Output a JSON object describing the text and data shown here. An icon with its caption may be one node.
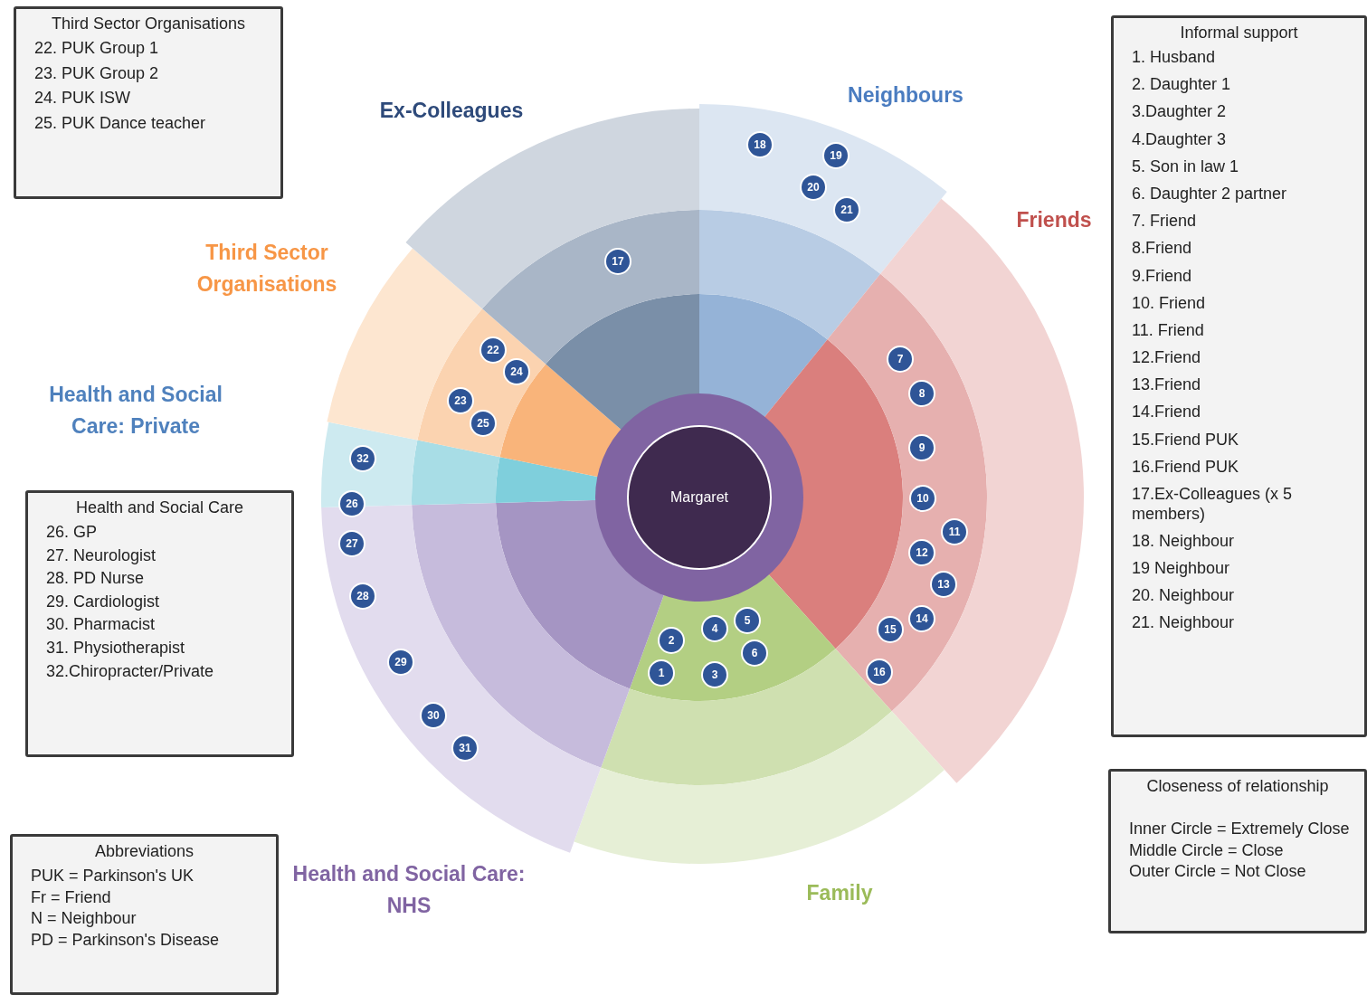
{
  "diagram": {
    "nodes": [
      {
        "text": [
          "Third Sector Organisations",
          "22. PUK Group 1",
          "23. PUK Group 2",
          "24. PUK ISW",
          "25. PUK Dance teacher"
        ]
      },
      {
        "text": [
          "Informal support",
          "1. Husband",
          "2. Daughter 1",
          "3.Daughter 2",
          "4.Daughter 3",
          "5. Son in law 1",
          "6. Daughter 2 partner",
          "7. Friend",
          "8.Friend",
          "9.Friend",
          "10. Friend",
          "11. Friend",
          "12.Friend",
          "13.Friend",
          "14.Friend",
          "15.Friend PUK",
          "16.Friend PUK",
          "17.Ex-Colleagues (x 5 members)",
          "18. Neighbour",
          "19 Neighbour",
          "20. Neighbour",
          "21. Neighbour"
        ]
      },
      {
        "text": [
          "Margaret"
        ]
      },
      {
        "text": [
          "Health and Social Care",
          "26. GP",
          "27. Neurologist",
          "28. PD Nurse",
          "29. Cardiologist",
          "30. Pharmacist",
          "31. Physiotherapist",
          "32.Chiropracter/Private"
        ]
      },
      {
        "text": [
          "Closeness of relationship",
          "Inner Circle = Extremely Close",
          "Middle Circle = Close",
          "Outer Circle = Not  Close"
        ]
      },
      {
        "text": [
          "Abbreviations",
          "PUK = Parkinson's UK",
          "Fr = Friend",
          "N = Neighbour",
          "PD = Parkinson's Disease"
        ]
      },
      {
        "text": [
          "1"
        ]
      },
      {
        "text": [
          "2"
        ]
      },
      {
        "text": [
          "3"
        ]
      },
      {
        "text": [
          "4"
        ]
      },
      {
        "text": [
          "5"
        ]
      },
      {
        "text": [
          "6"
        ]
      },
      {
        "text": [
          "7"
        ]
      },
      {
        "text": [
          "8"
        ]
      },
      {
        "text": [
          "9"
        ]
      },
      {
        "text": [
          "10"
        ]
      },
      {
        "text": [
          "11"
        ]
      },
      {
        "text": [
          "12"
        ]
      },
      {
        "text": [
          "13"
        ]
      },
      {
        "text": [
          "14"
        ]
      },
      {
        "text": [
          "15"
        ]
      },
      {
        "text": [
          "16"
        ]
      },
      {
        "text": [
          "17"
        ]
      },
      {
        "text": [
          "18"
        ]
      },
      {
        "text": [
          "19"
        ]
      },
      {
        "text": [
          "20"
        ]
      },
      {
        "text": [
          "21"
        ]
      },
      {
        "text": [
          "22"
        ]
      },
      {
        "text": [
          "23"
        ]
      },
      {
        "text": [
          "24"
        ]
      },
      {
        "text": [
          "25"
        ]
      },
      {
        "text": [
          "26"
        ]
      },
      {
        "text": [
          "27"
        ]
      },
      {
        "text": [
          "28"
        ]
      },
      {
        "text": [
          "29"
        ]
      },
      {
        "text": [
          "30"
        ]
      },
      {
        "text": [
          "31"
        ]
      },
      {
        "text": [
          "32"
        ]
      }
    ],
    "labels": [
      "Neighbours",
      "Ex-Colleagues",
      "Friends",
      "Third Sector Organisations",
      "Health and Social Care: Private",
      "Health and Social Care: NHS",
      "Family"
    ]
  }
}
